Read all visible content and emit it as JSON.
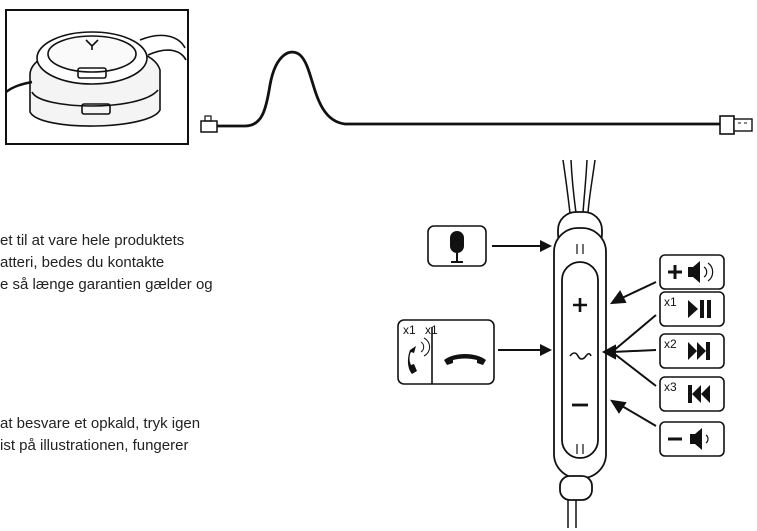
{
  "paragraph_1": {
    "line_1": "et til at vare hele produktets",
    "line_2": "atteri, bedes du kontakte",
    "line_3": "e så længe garantien gælder og"
  },
  "paragraph_2": {
    "line_1": "at besvare et opkald, tryk igen",
    "line_2": "ist på illustrationen, fungerer"
  },
  "labels": {
    "call_count_1": "x1",
    "call_count_2": "x1",
    "play_pause_count": "x1",
    "next_track_count": "x2",
    "prev_track_count": "x3"
  },
  "icons": [
    "headset-icon",
    "usb-cable-icon",
    "microphone-icon",
    "call-answer-icon",
    "hang-up-icon",
    "volume-up-icon",
    "play-pause-icon",
    "next-track-icon",
    "previous-track-icon",
    "volume-down-icon"
  ],
  "colors": {
    "ink": "#111111",
    "frame": "#ffffff"
  }
}
